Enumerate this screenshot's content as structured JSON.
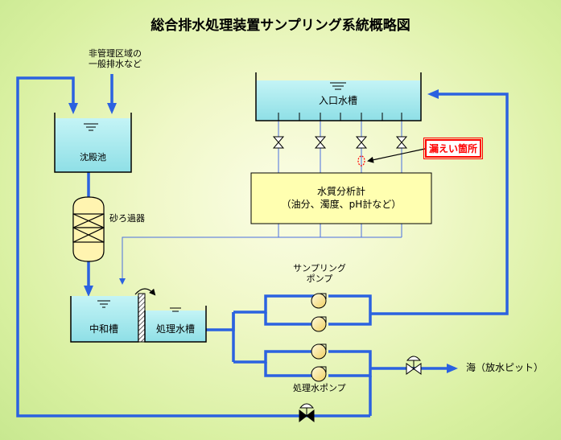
{
  "title": "総合排水処理装置サンプリング系統概略図",
  "labels": {
    "non_managed_line1": "非管理区域の",
    "non_managed_line2": "一般排水など",
    "sedimentation_tank": "沈殿池",
    "sand_filter": "砂ろ過器",
    "neutralization_tank": "中和槽",
    "treated_water_tank": "処理水槽",
    "inlet_tank": "入口水槽",
    "analyzer_line1": "水質分析計",
    "analyzer_line2": "（油分、濁度、pH計など）",
    "leak_point": "漏えい箇所",
    "sampling_pump_line1": "サンプリング",
    "sampling_pump_line2": "ポンプ",
    "treated_water_pump": "処理水ポンプ",
    "sea_outlet": "海（放水ピット）"
  },
  "colors": {
    "pipe_main": "#2b62e0",
    "pipe_thin": "#4a6fe0",
    "water": "#a8e8ec",
    "analyzer_fill": "#ffffb0",
    "leak_red": "#ff0000",
    "pump_fill": "#fff0a0"
  }
}
